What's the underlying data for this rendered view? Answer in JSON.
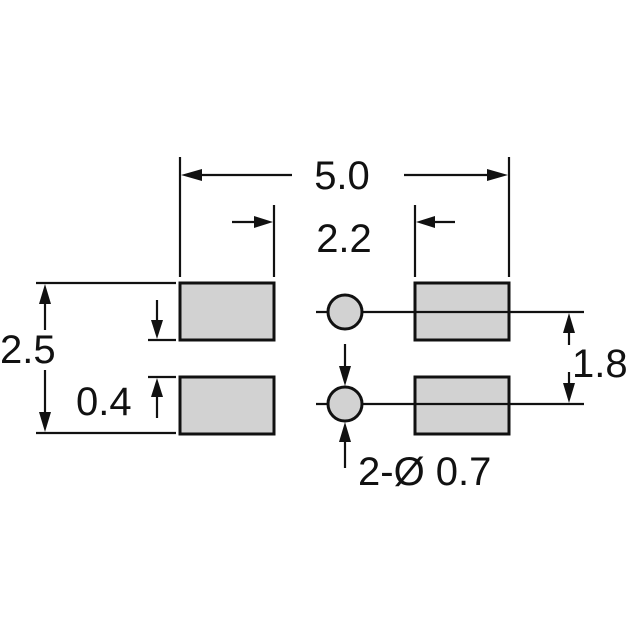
{
  "colors": {
    "ink": "#111111",
    "pad_fill": "#d2d2d2",
    "background": "#ffffff"
  },
  "dimensions": {
    "overall_width": "5.0",
    "pad_gap": "2.2",
    "overall_height": "2.5",
    "pad_spacing": "0.4",
    "hole_pitch": "1.8",
    "hole_diameter": "2-Ø 0.7"
  }
}
